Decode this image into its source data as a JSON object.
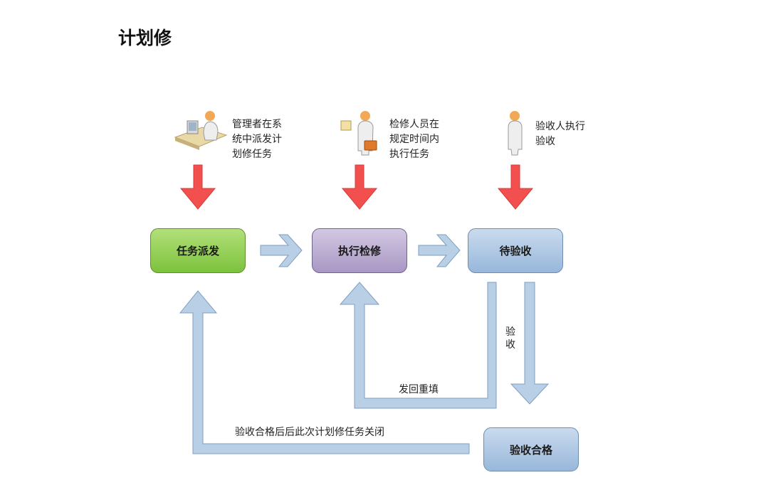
{
  "title": "计划修",
  "roles": [
    {
      "icon": "manager-at-desk-icon",
      "text_lines": [
        "管理者在系",
        "统中派发计",
        "划修任务"
      ]
    },
    {
      "icon": "repair-worker-with-toolbox-icon",
      "text_lines": [
        "检修人员在",
        "规定时间内",
        "执行任务"
      ]
    },
    {
      "icon": "inspector-person-icon",
      "text_lines": [
        "验收人执行",
        "验收"
      ]
    }
  ],
  "steps": {
    "dispatch": "任务派发",
    "execute": "执行检修",
    "pending": "待验收",
    "passed": "验收合格"
  },
  "flows": {
    "return_label": "发回重填",
    "accept_label_chars": [
      "验",
      "收"
    ],
    "close_label": "验收合格后后此次计划修任务关闭"
  },
  "colors": {
    "red_arrow": "#f2504f",
    "blue_arrow": "#b8cfe6",
    "blue_arrow_stroke": "#7f9fc3",
    "dispatch_fill": "#8fd14f",
    "execute_fill": "#b9a9cf",
    "pending_fill": "#adc6e2",
    "passed_fill": "#adc6e2"
  }
}
